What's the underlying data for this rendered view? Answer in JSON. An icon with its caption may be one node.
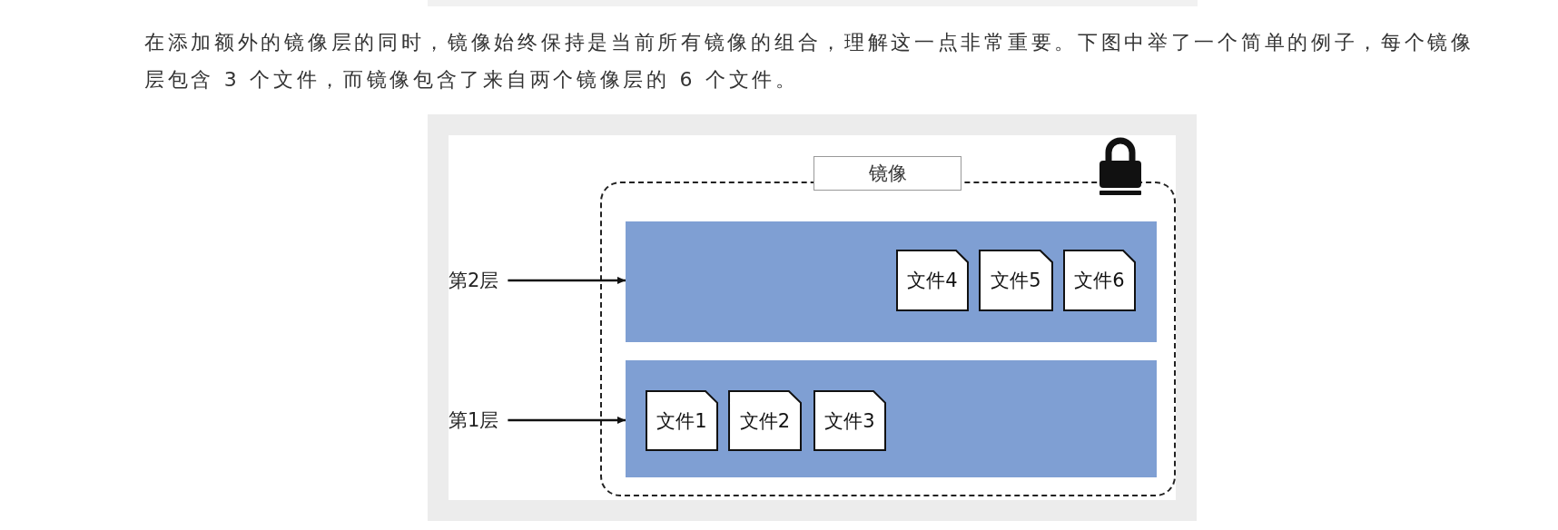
{
  "diagram": {
    "nodes": [
      {
        "text": [
          "镜像"
        ]
      },
      {
        "text": [
          "第2层"
        ]
      },
      {
        "text": [],
        "shape": "box",
        "in": 0
      },
      {
        "text": [
          "文件4"
        ],
        "in": 2
      },
      {
        "text": [
          "文件5"
        ],
        "in": 2
      },
      {
        "text": [
          "文件6"
        ],
        "in": 2
      },
      {
        "text": [
          "第1层"
        ]
      },
      {
        "text": [],
        "shape": "box",
        "in": 0
      },
      {
        "text": [
          "文件1"
        ],
        "in": 7
      },
      {
        "text": [
          "文件2"
        ],
        "in": 7
      },
      {
        "text": [
          "文件3"
        ],
        "in": 7
      }
    ],
    "edges": [
      {
        "from": 1,
        "to": 2,
        "arrow": "to"
      },
      {
        "from": 6,
        "to": 7,
        "arrow": "to"
      }
    ],
    "labels": [
      "在添加额外的镜像层的同时，镜像始终保持是当前所有镜像的组合，理解这一点非常重要。下图中举了一个简单的例子，每个镜像层包含 3 个文件，而镜像包含了来自两个镜像层的 6 个文件。"
    ]
  }
}
